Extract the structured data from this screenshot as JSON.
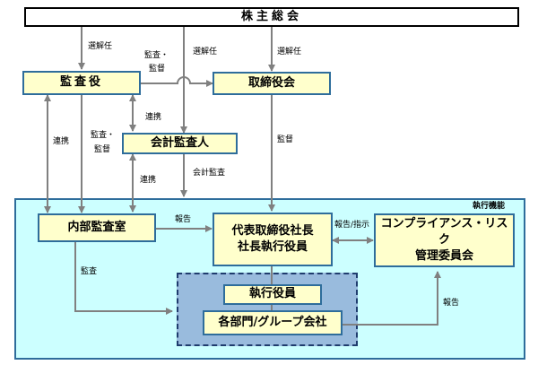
{
  "boxes": {
    "shareholders": "株主総会",
    "auditor": "監査役",
    "board": "取締役会",
    "accounting_auditor": "会計監査人",
    "internal_audit": "内部監査室",
    "president_line1": "代表取締役社長",
    "president_line2": "社長執行役員",
    "compliance_line1": "コンプライアンス・リスク",
    "compliance_line2": "管理委員会",
    "executive_officers": "執行役員",
    "departments": "各部門/グループ会社"
  },
  "region_label": "執行機能",
  "labels": {
    "elect_auditor": "選解任",
    "audit_supervise_top_1": "監査・",
    "audit_supervise_top_2": "監督",
    "elect_accounting": "選解任",
    "elect_board": "選解任",
    "coop_auditor_accounting": "連携",
    "coop_left": "連携",
    "audit_supervise_mid_1": "監査・",
    "audit_supervise_mid_2": "監督",
    "supervise_board": "監督",
    "accounting_audit": "会計監査",
    "coop_internal_accounting": "連携",
    "report_internal": "報告",
    "report_instruct": "報告/指示",
    "audit_internal": "監査",
    "report_compliance": "報告"
  }
}
